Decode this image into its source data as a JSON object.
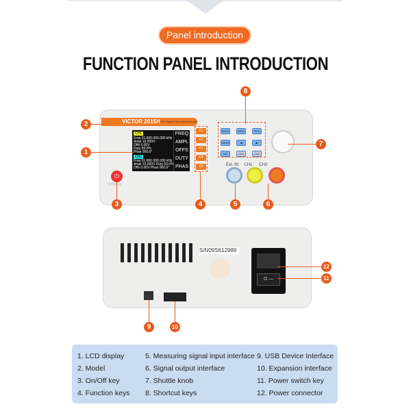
{
  "header": {
    "badge": "Panel introduction",
    "title": "FUNCTION PANEL INTRODUCTION"
  },
  "front": {
    "brand": "VICTOR 2015H",
    "subtitle": "DDC Signal Generator/Counter",
    "ch1": "CH1",
    "ch2": "CH2",
    "lcd_rows1": [
      "Freq 01.000 000.000 kHz",
      "Ampl 10.000V",
      "Offs 0.00V",
      "Duty 50.0%",
      "Phas 000.0°"
    ],
    "lcd_rows2": [
      "Freq 01.000 000.000 kHz",
      "Ampl 10.000V  Duty 50.0%",
      "Offs 0.00V  Phas 000.0°"
    ],
    "lcd_menu": [
      "FREQ",
      "AMPL",
      "OFFS",
      "DUTY",
      "PHAS"
    ],
    "fkeys": [
      "F1",
      "F2",
      "F3",
      "F4",
      "F5"
    ],
    "shortcut_keys": [
      "WAVE",
      "MOD",
      "SYS",
      "MEAS",
      "◀",
      "▶",
      "OK",
      "CH1",
      "CH2"
    ],
    "ports": [
      "Ext. IN",
      "CH1",
      "CH2"
    ],
    "power": "POWER"
  },
  "back": {
    "serial": "S/N09S612989"
  },
  "callouts": [
    "1",
    "2",
    "3",
    "4",
    "5",
    "6",
    "7",
    "8",
    "9",
    "10",
    "11",
    "12"
  ],
  "legend": {
    "col1": [
      "1. LCD display",
      "2. Model",
      "3. On/Off key",
      "4. Function keys"
    ],
    "col2": [
      "5. Measuring signal input interface",
      "6. Signal output interface",
      "7. Shuttle knob",
      "8. Shortcut keys"
    ],
    "col3": [
      "9. USB Device Interface",
      "10. Expansion interface",
      "11. Power switch key",
      "12. Power connector"
    ]
  },
  "colors": {
    "accent": "#ef6a22",
    "legend_bg": "#c9dcf2"
  }
}
